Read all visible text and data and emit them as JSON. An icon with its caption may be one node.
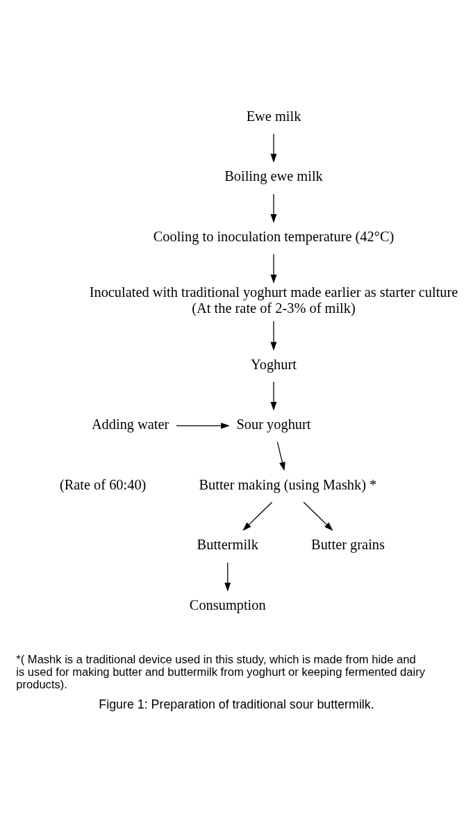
{
  "diagram": {
    "caption": "Figure 1: Preparation of traditional sour buttermilk.",
    "nodes": [
      {
        "text": [
          "Ewe milk"
        ]
      },
      {
        "text": [
          "Boiling ewe milk"
        ]
      },
      {
        "text": [
          "Cooling to inoculation temperature (42°C)"
        ]
      },
      {
        "text": [
          "Inoculated with traditional yoghurt made earlier as starter culture",
          "(At the rate of 2-3% of milk)"
        ]
      },
      {
        "text": [
          "Yoghurt"
        ]
      },
      {
        "text": [
          "Adding water"
        ],
        "beside": [
          "(Rate of 60:40)"
        ]
      },
      {
        "text": [
          "Sour yoghurt"
        ]
      },
      {
        "text": [
          "Butter making (using Mashk) *"
        ]
      },
      {
        "text": [
          "Buttermilk"
        ]
      },
      {
        "text": [
          "Butter grains"
        ]
      },
      {
        "text": [
          "Consumption"
        ]
      }
    ],
    "edges": [
      {
        "from": 0,
        "to": 1,
        "arrow": "to"
      },
      {
        "from": 1,
        "to": 2,
        "arrow": "to"
      },
      {
        "from": 2,
        "to": 3,
        "arrow": "to"
      },
      {
        "from": 3,
        "to": 4,
        "arrow": "to"
      },
      {
        "from": 4,
        "to": 6,
        "arrow": "to"
      },
      {
        "from": 5,
        "to": 6,
        "arrow": "to"
      },
      {
        "from": 6,
        "to": 7,
        "arrow": "to"
      },
      {
        "from": 7,
        "to": 8,
        "arrow": "to"
      },
      {
        "from": 7,
        "to": 9,
        "arrow": "to"
      },
      {
        "from": 8,
        "to": 10,
        "arrow": "to"
      }
    ],
    "labels": [
      "*( Mashk is a traditional device used in this study, which is made from hide and is used for making butter and buttermilk from yoghurt or keeping fermented dairy products)."
    ]
  }
}
